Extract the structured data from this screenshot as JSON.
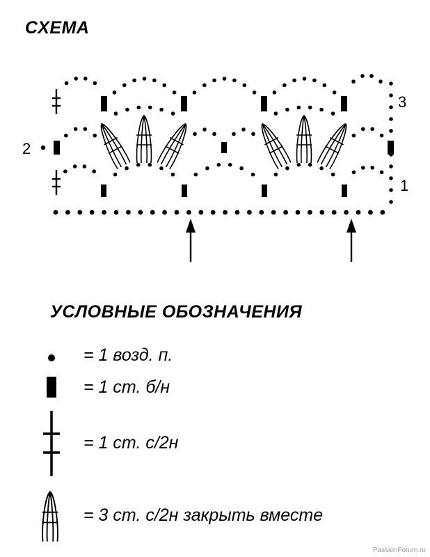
{
  "scheme_title": "СХЕМА",
  "row_labels": {
    "row1": "1",
    "row2": "2",
    "row3": "3"
  },
  "legend_title": "УСЛОВНЫЕ ОБОЗНАЧЕНИЯ",
  "legend": [
    {
      "symbol": "chain-dot",
      "text": "= 1 возд. п."
    },
    {
      "symbol": "single-crochet",
      "text": "= 1 ст. б/н"
    },
    {
      "symbol": "double-treble",
      "text": "= 1 ст. с/2н"
    },
    {
      "symbol": "cluster-3-together",
      "text": "= 3 ст. с/2н закрыть вместе"
    }
  ],
  "watermark": "PassionForum.ru"
}
